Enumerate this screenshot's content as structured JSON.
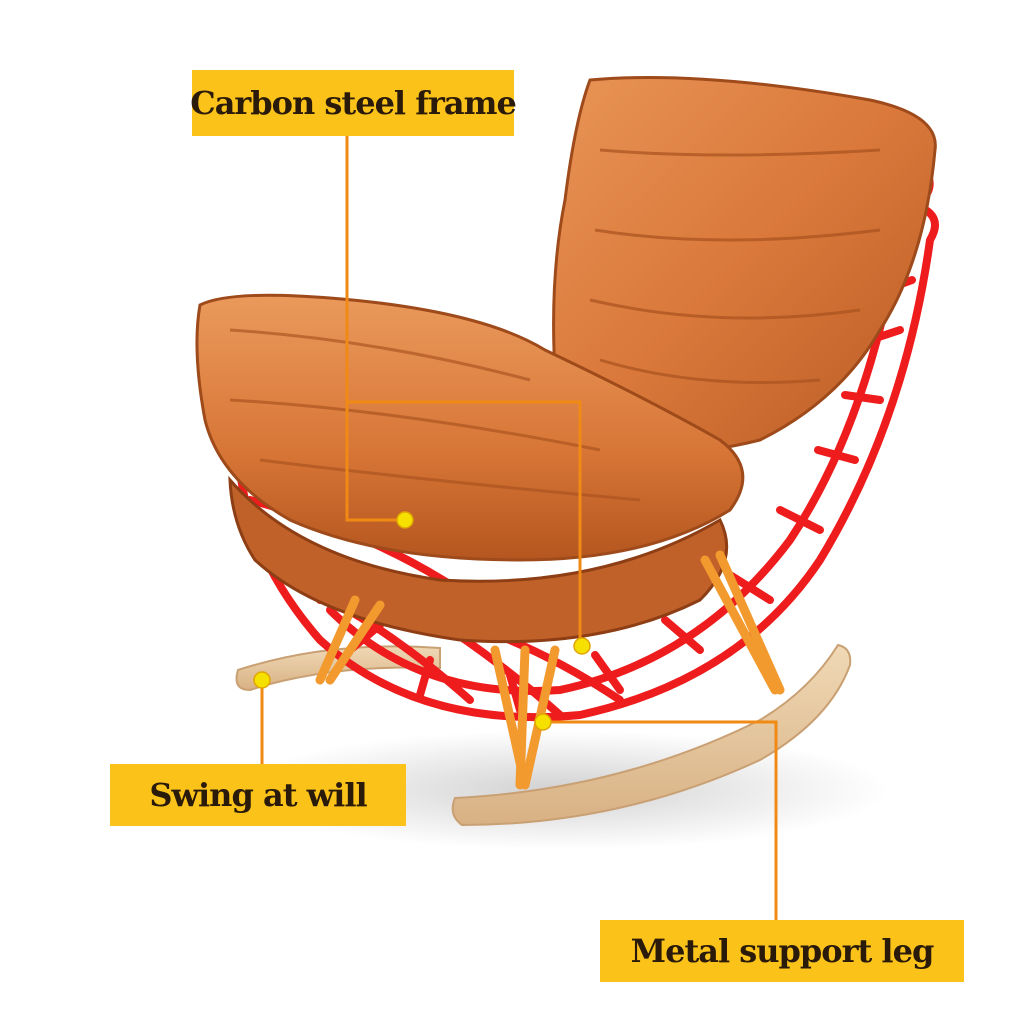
{
  "labels": {
    "frame": "Carbon steel frame",
    "swing": "Swing at will",
    "leg": "Metal support leg"
  },
  "colors": {
    "label_bg": "#fbc31a",
    "callout_line": "#f08a14",
    "callout_dot": "#f5e000",
    "frame": "#ee1c1c",
    "leather": "#d9783a",
    "leg": "#f29a2e",
    "wood": "#e8c9a0"
  }
}
